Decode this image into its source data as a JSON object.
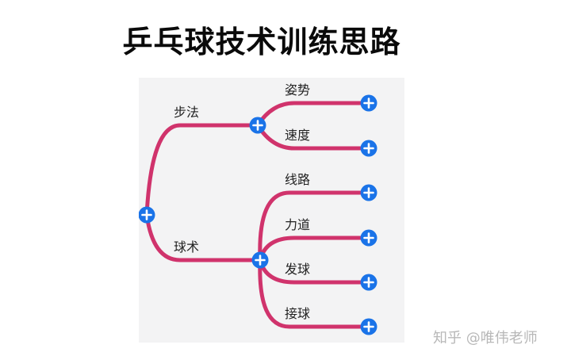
{
  "title": "乒乓球技术训练思路",
  "mindmap": {
    "branches": [
      {
        "label": "步法",
        "children": [
          "姿势",
          "速度"
        ]
      },
      {
        "label": "球术",
        "children": [
          "线路",
          "力道",
          "发球",
          "接球"
        ]
      }
    ]
  },
  "colors": {
    "branch_line": "#d0336c",
    "node_button": "#1a73e8",
    "panel_background": "#f3f3f4"
  },
  "icons": {
    "expand_node": "plus-circle-icon"
  },
  "watermark": "知乎 @唯伟老师"
}
